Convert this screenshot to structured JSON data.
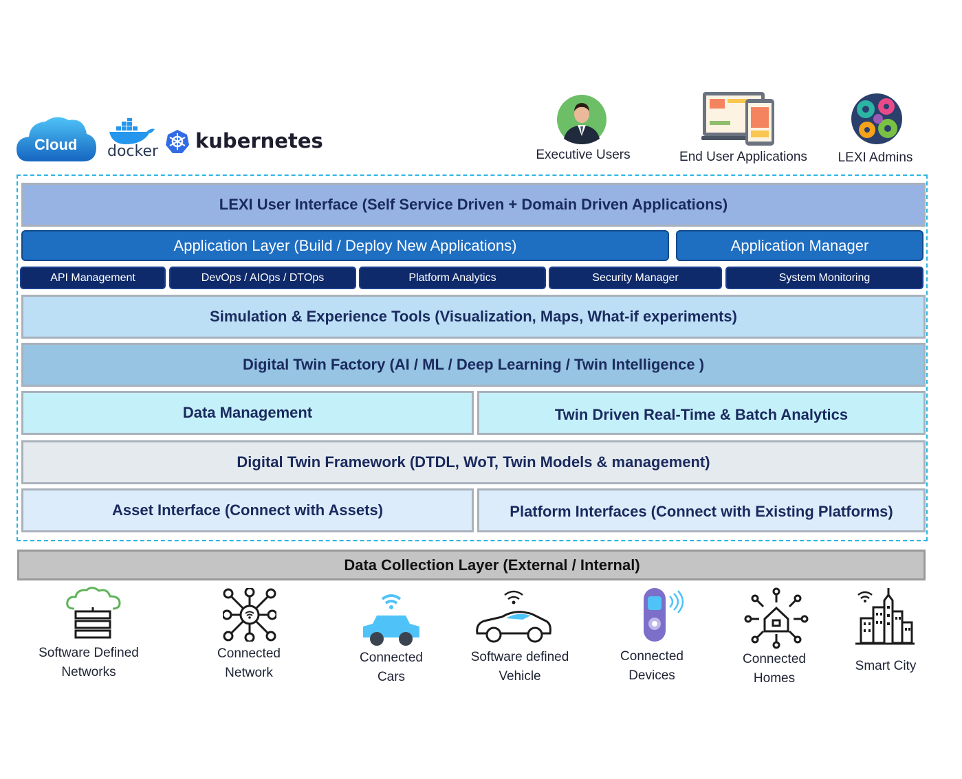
{
  "logos": {
    "cloud": "Cloud",
    "docker": "docker",
    "kubernetes": "kubernetes"
  },
  "users": [
    {
      "label": "Executive Users",
      "icon": "executive-user-icon"
    },
    {
      "label": "End User Applications",
      "icon": "apps-screens-icon"
    },
    {
      "label": "LEXI Admins",
      "icon": "gears-icon"
    }
  ],
  "layers": {
    "ui": "LEXI User Interface (Self Service Driven + Domain Driven Applications)",
    "app_layer": "Application Layer (Build / Deploy New Applications)",
    "app_manager": "Application Manager",
    "chips": [
      "API Management",
      "DevOps / AIOps / DTOps",
      "Platform Analytics",
      "Security Manager",
      "System Monitoring"
    ],
    "simulation": "Simulation & Experience Tools (Visualization, Maps, What-if experiments)",
    "factory": "Digital Twin Factory (AI / ML / Deep Learning / Twin Intelligence )",
    "data_mgmt": "Data Management",
    "analytics": "Twin Driven Real-Time & Batch Analytics",
    "framework": "Digital Twin Framework (DTDL, WoT, Twin Models & management)",
    "asset_interface": "Asset Interface (Connect with Assets)",
    "platform_interfaces": "Platform Interfaces (Connect with Existing Platforms)",
    "data_collection": "Data Collection Layer (External / Internal)"
  },
  "assets": [
    {
      "line1": "Software Defined",
      "line2": "Networks",
      "icon": "sdn-cloud-server-icon"
    },
    {
      "line1": "Connected",
      "line2": "Network",
      "icon": "network-hub-icon"
    },
    {
      "line1": "Connected",
      "line2": "Cars",
      "icon": "connected-car-icon"
    },
    {
      "line1": "Software defined",
      "line2": "Vehicle",
      "icon": "sdv-car-icon"
    },
    {
      "line1": "Connected",
      "line2": "Devices",
      "icon": "connected-device-icon"
    },
    {
      "line1": "Connected",
      "line2": "Homes",
      "icon": "smart-home-icon"
    },
    {
      "line1": "Smart City",
      "line2": "",
      "icon": "smart-city-icon"
    }
  ],
  "colors": {
    "frame_dashed": "#2bb5e0",
    "ui_bar": "#97b3e4",
    "app_bar": "#1e6ec2",
    "chip": "#0f2a6b",
    "simulation_bar": "#bcdff6",
    "factory_bar": "#97c4e3",
    "data_bar": "#c4f0fa",
    "framework_bar": "#e5eaee",
    "interface_bar": "#dcecfa",
    "data_collection_bar": "#c4c4c4"
  }
}
